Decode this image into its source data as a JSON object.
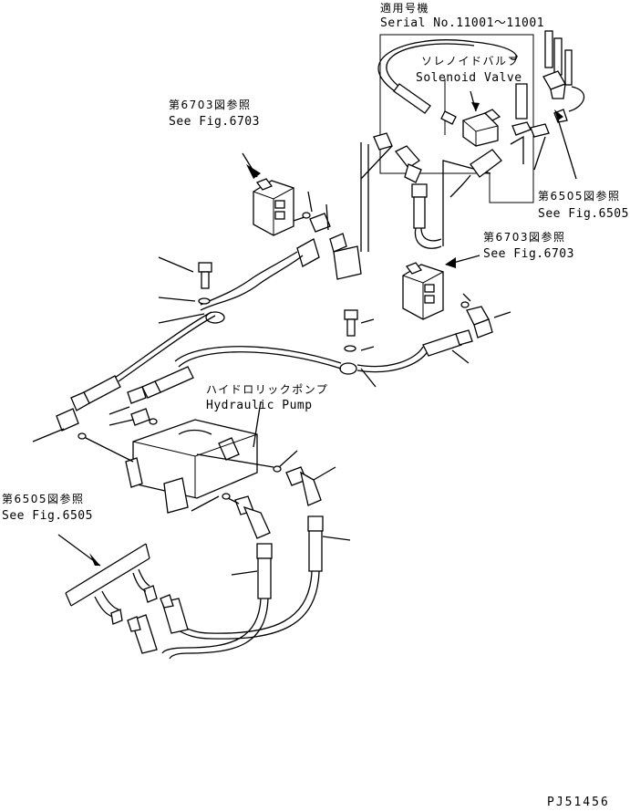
{
  "serial": {
    "title": "適用号機",
    "text": "Serial No.11001～11001"
  },
  "callouts": {
    "solenoid_valve_jp": "ソレノイドバルブ",
    "solenoid_valve_en": "Solenoid Valve",
    "fig6703_upper_jp": "第6703図参照",
    "fig6703_upper_en": "See Fig.6703",
    "fig6505_right_jp": "第6505図参照",
    "fig6505_right_en": "See Fig.6505",
    "fig6703_right_jp": "第6703図参照",
    "fig6703_right_en": "See Fig.6703",
    "hydraulic_pump_jp": "ハイドロリックポンプ",
    "hydraulic_pump_en": "Hydraulic Pump",
    "fig6505_left_jp": "第6505図参照",
    "fig6505_left_en": "See Fig.6505"
  },
  "drawing_code": "PJ51456"
}
